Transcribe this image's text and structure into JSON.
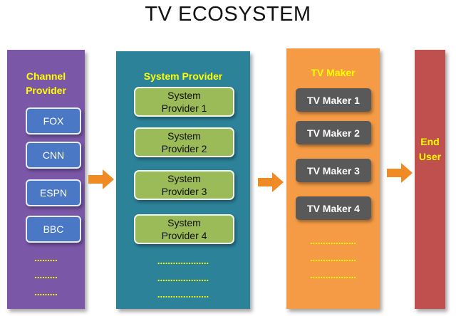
{
  "title": "TV ECOSYSTEM",
  "colors": {
    "channel": "#7b57a8",
    "system": "#2c8299",
    "tvmaker": "#f59b45",
    "enduser": "#c0504d",
    "label": "#ffff00",
    "arrow": "#f08a24"
  },
  "channel_provider": {
    "title": "Channel Provider",
    "items": [
      "FOX",
      "CNN",
      "ESPN",
      "BBC"
    ],
    "dots": [
      ".........",
      ".........",
      "........."
    ]
  },
  "system_provider": {
    "title": "System Provider",
    "items": [
      "System Provider 1",
      "System Provider 2",
      "System Provider 3",
      "System Provider 4"
    ],
    "dots": [
      "....................",
      "....................",
      "...................."
    ]
  },
  "tv_maker": {
    "title": "TV Maker",
    "items": [
      "TV Maker 1",
      "TV Maker 2",
      "TV Maker 3",
      "TV Maker 4"
    ],
    "dots": [
      "..................",
      "..................",
      ".................."
    ]
  },
  "end_user": {
    "title": "End User"
  }
}
